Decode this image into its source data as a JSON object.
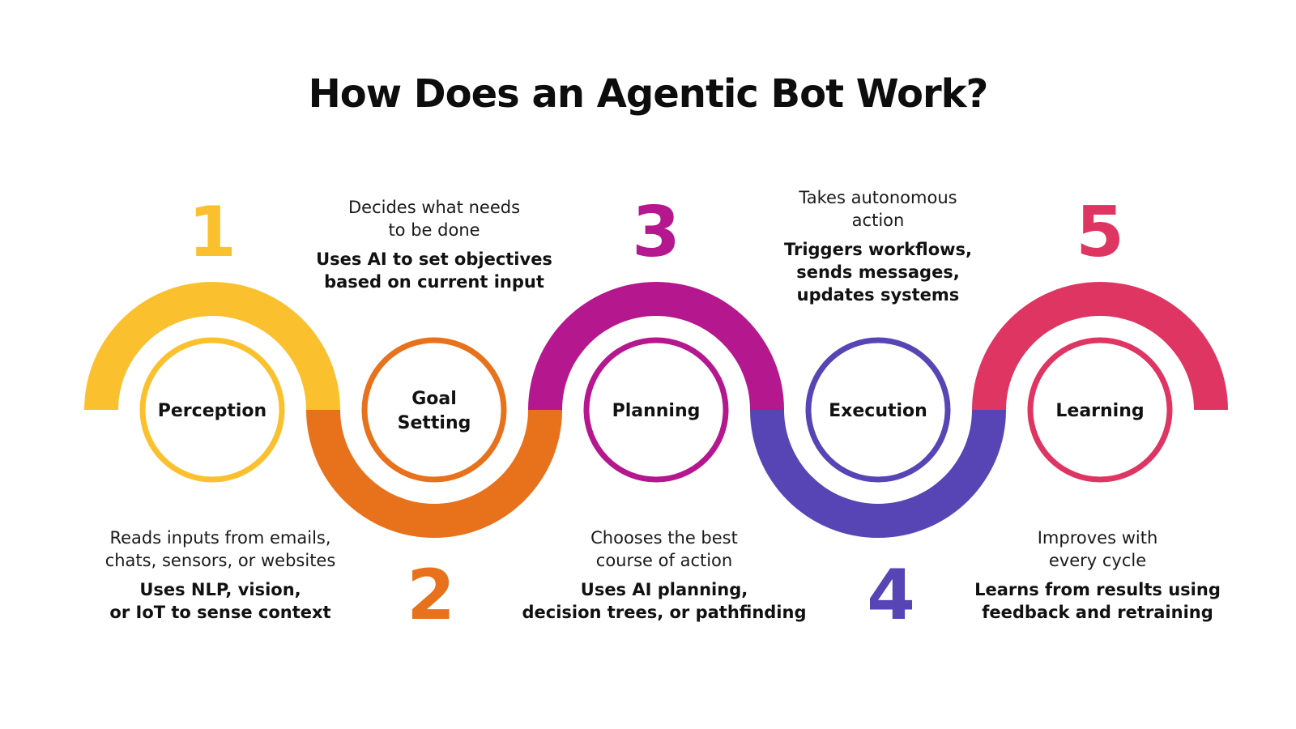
{
  "title": "How Does an Agentic Bot Work?",
  "steps": [
    {
      "number": "1",
      "label": "Perception",
      "lead": "Reads inputs from emails,\nchats, sensors, or websites",
      "detail": "Uses NLP, vision,\nor IoT to sense context",
      "color": "#FBC02D"
    },
    {
      "number": "2",
      "label_line1": "Goal",
      "label_line2": "Setting",
      "lead": "Decides what needs\nto be done",
      "detail": "Uses AI to set objectives\nbased on current input",
      "color": "#E8711C"
    },
    {
      "number": "3",
      "label": "Planning",
      "lead": "Chooses the best\ncourse of action",
      "detail": "Uses AI planning,\ndecision trees, or pathfinding",
      "color": "#B5178F"
    },
    {
      "number": "4",
      "label": "Execution",
      "lead": "Takes autonomous\naction",
      "detail": "Triggers workflows,\nsends messages,\nupdates systems",
      "color": "#5745B5"
    },
    {
      "number": "5",
      "label": "Learning",
      "lead": "Improves with\nevery cycle",
      "detail": "Learns from results using\nfeedback and retraining",
      "color": "#DE3562"
    }
  ]
}
